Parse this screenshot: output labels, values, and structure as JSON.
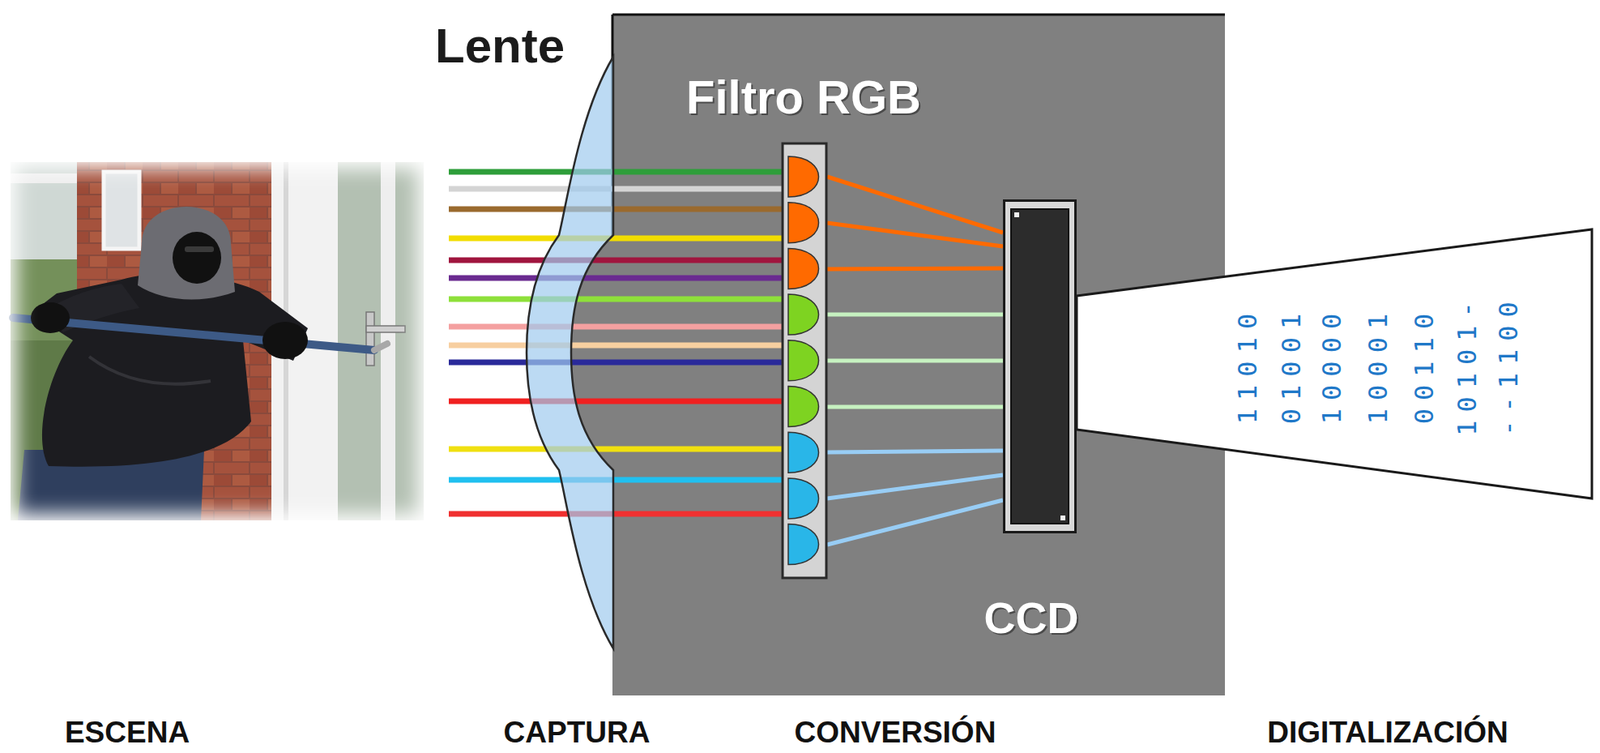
{
  "diagram": {
    "nodes": [
      {
        "text": [
          "Lente"
        ]
      },
      {
        "text": [
          "Filtro RGB"
        ]
      },
      {
        "text": [
          "CCD"
        ]
      },
      {
        "text": [
          "11010",
          "01001",
          "10000",
          "10001",
          "00110",
          "10101-",
          "--1100"
        ]
      }
    ],
    "edges": [
      {
        "from": 1,
        "to": 2,
        "arrow": "none"
      },
      {
        "from": 1,
        "to": 2,
        "arrow": "none"
      },
      {
        "from": 1,
        "to": 2,
        "arrow": "none"
      },
      {
        "from": 1,
        "to": 2,
        "arrow": "none"
      },
      {
        "from": 1,
        "to": 2,
        "arrow": "none"
      },
      {
        "from": 1,
        "to": 2,
        "arrow": "none"
      },
      {
        "from": 1,
        "to": 2,
        "arrow": "none"
      },
      {
        "from": 1,
        "to": 2,
        "arrow": "none"
      },
      {
        "from": 1,
        "to": 2,
        "arrow": "none"
      }
    ],
    "labels": [
      "ESCENA",
      "CAPTURA",
      "CONVERSIÓN",
      "DIGITALIZACIÓN"
    ]
  }
}
